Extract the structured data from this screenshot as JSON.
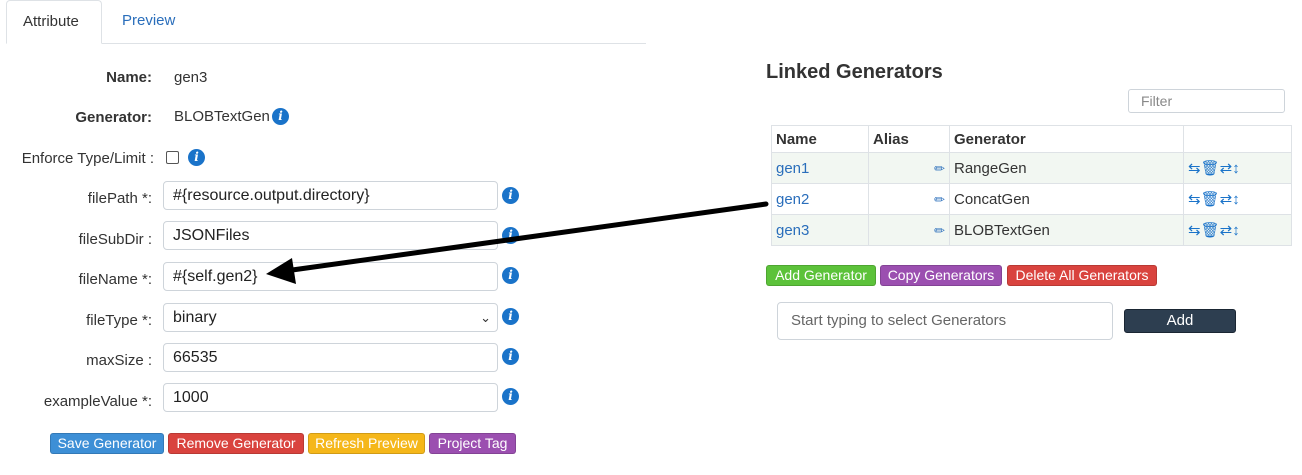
{
  "tabs": [
    {
      "label": "Attribute",
      "active": true
    },
    {
      "label": "Preview",
      "active": false
    }
  ],
  "form": {
    "name_label": "Name:",
    "name_value": "gen3",
    "generator_label": "Generator:",
    "generator_value": "BLOBTextGen",
    "enforce_label": "Enforce Type/Limit :",
    "enforce_checked": false,
    "fields": [
      {
        "label": "filePath *:",
        "value": "#{resource.output.directory}"
      },
      {
        "label": "fileSubDir :",
        "value": "JSONFiles"
      },
      {
        "label": "fileName *:",
        "value": "#{self.gen2}"
      },
      {
        "label": "fileType *:",
        "value": "binary"
      },
      {
        "label": "maxSize :",
        "value": "66535"
      },
      {
        "label": "exampleValue *:",
        "value": "1000"
      }
    ],
    "buttons": {
      "save": "Save Generator",
      "remove": "Remove Generator",
      "refresh": "Refresh Preview",
      "project_tag": "Project Tag"
    }
  },
  "linked": {
    "title": "Linked Generators",
    "filter_placeholder": "Filter",
    "headers": [
      "Name",
      "Alias",
      "Generator",
      ""
    ],
    "rows": [
      {
        "name": "gen1",
        "generator": "RangeGen"
      },
      {
        "name": "gen2",
        "generator": "ConcatGen"
      },
      {
        "name": "gen3",
        "generator": "BLOBTextGen"
      }
    ],
    "buttons": {
      "add": "Add Generator",
      "copy": "Copy Generators",
      "delete_all": "Delete All Generators"
    },
    "search_placeholder": "Start typing to select Generators",
    "add_label": "Add"
  },
  "colors": {
    "blue_btn": "#3d8fd6",
    "red_btn": "#d9433e",
    "orange_btn": "#f5b71a",
    "purple_btn": "#9b4fb0",
    "green_btn": "#5cc23a",
    "dark_btn": "#2d3e50",
    "info_icon": "#1a73c9"
  }
}
